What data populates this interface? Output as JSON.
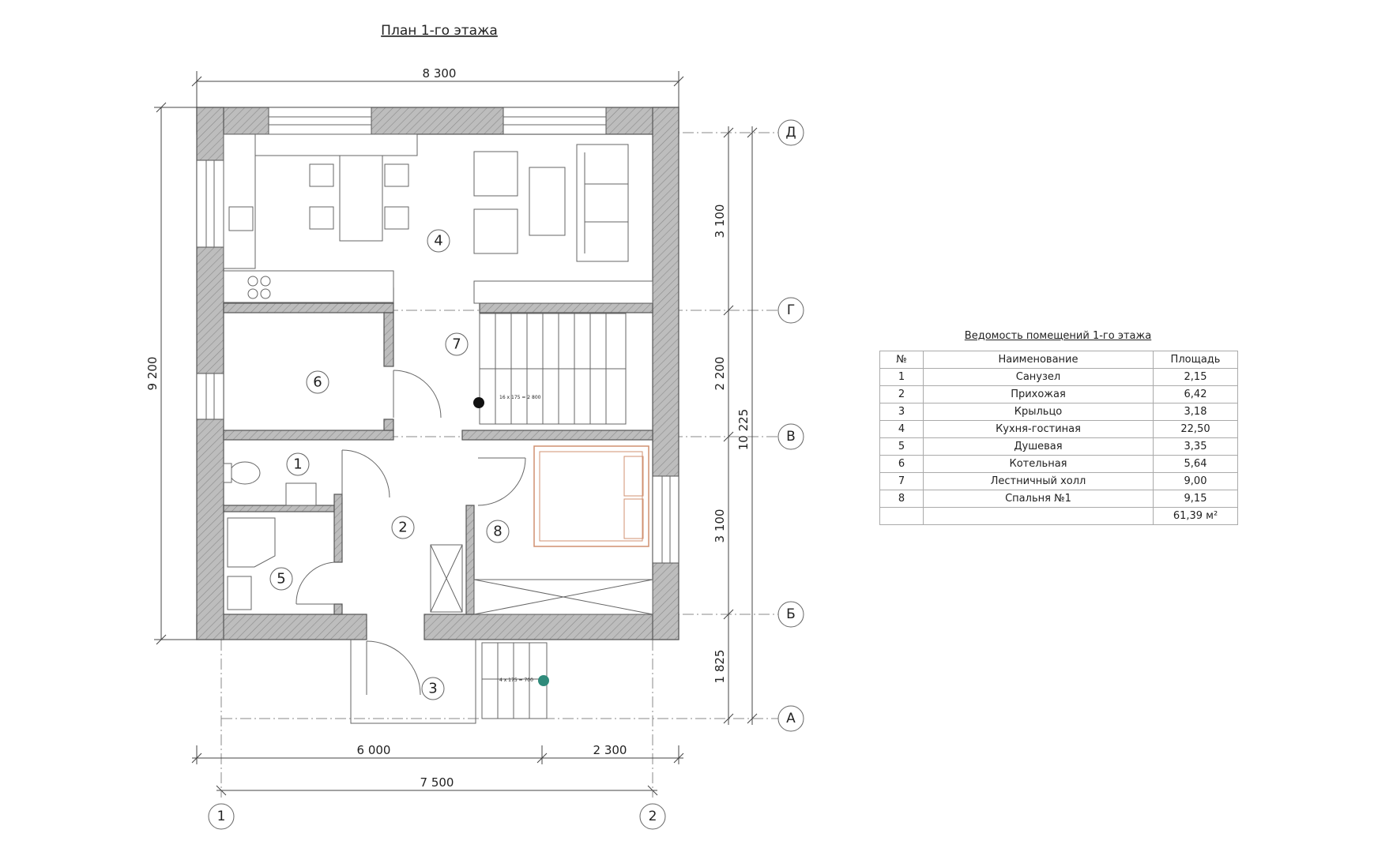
{
  "plan_title": "План 1-го этажа",
  "dimensions": {
    "top_overall": "8 300",
    "left_overall": "9 200",
    "right_segments": [
      "3 100",
      "2 200",
      "3 100",
      "1 825"
    ],
    "right_overall": "10 225",
    "bottom_segments": [
      "6 000",
      "2 300"
    ],
    "bottom_axes": "7 500"
  },
  "axes_horizontal": [
    "Д",
    "Г",
    "В",
    "Б",
    "А"
  ],
  "axes_vertical": [
    "1",
    "2"
  ],
  "room_numbers": [
    "1",
    "2",
    "3",
    "4",
    "5",
    "6",
    "7",
    "8"
  ],
  "stair_labels": {
    "main": "16 x 175 = 2 800",
    "porch": "4 x 175 = 700"
  },
  "schedule": {
    "title": "Ведомость помещений 1-го этажа",
    "headers": [
      "№",
      "Наименование",
      "Площадь"
    ],
    "rows": [
      [
        "1",
        "Санузел",
        "2,15"
      ],
      [
        "2",
        "Прихожая",
        "6,42"
      ],
      [
        "3",
        "Крыльцо",
        "3,18"
      ],
      [
        "4",
        "Кухня-гостиная",
        "22,50"
      ],
      [
        "5",
        "Душевая",
        "3,35"
      ],
      [
        "6",
        "Котельная",
        "5,64"
      ],
      [
        "7",
        "Лестничный холл",
        "9,00"
      ],
      [
        "8",
        "Спальня №1",
        "9,15"
      ]
    ],
    "total": "61,39 м²"
  }
}
